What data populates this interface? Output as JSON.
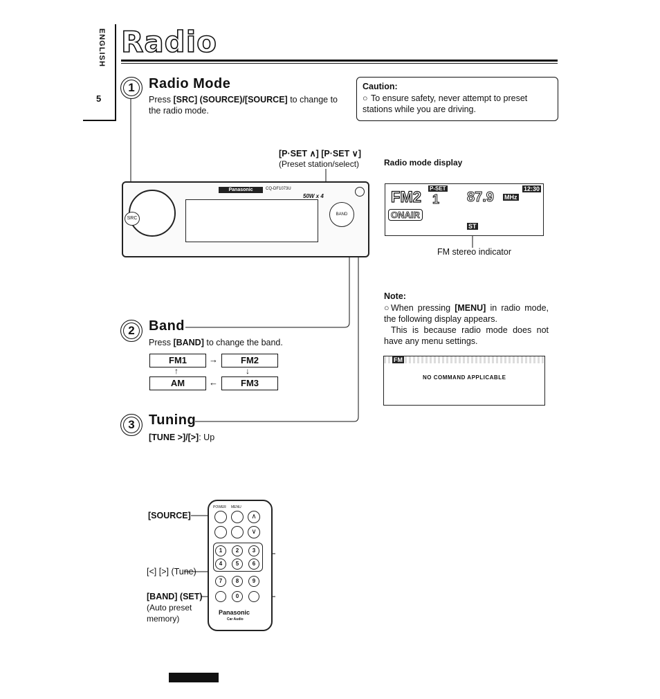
{
  "sidebar": {
    "language": "ENGLISH",
    "page_number": "5"
  },
  "page_title": "Radio",
  "step1": {
    "number": "1",
    "heading": "Radio Mode",
    "text_prefix": "Press ",
    "text_bold": "[SRC] (SOURCE)/[SOURCE]",
    "text_suffix": " to change to the radio mode."
  },
  "caution": {
    "heading": "Caution:",
    "text": "To ensure safety, never attempt to preset stations while you are driving."
  },
  "pset": {
    "label": "[P·SET ∧] [P·SET ∨]",
    "sublabel": "(Preset station/select)"
  },
  "display": {
    "label": "Radio mode display",
    "band": "FM2",
    "pset_tag": "P-SET",
    "preset": "1",
    "frequency": "87.9",
    "unit": "MHz",
    "clock": "12:30",
    "onair": "ONAIR",
    "st": "ST",
    "caption": "FM stereo indicator"
  },
  "device": {
    "brand": "Panasonic",
    "model": "CQ-DF1073U",
    "power": "50W x 4",
    "src_button": "SRC",
    "band_button": "BAND"
  },
  "step2": {
    "number": "2",
    "heading": "Band",
    "text_prefix": "Press ",
    "text_bold": "[BAND]",
    "text_suffix": " to change the band.",
    "bands": [
      "FM1",
      "FM2",
      "FM3",
      "AM"
    ]
  },
  "note": {
    "heading": "Note:",
    "text_prefix": "When pressing ",
    "text_bold": "[MENU]",
    "text_suffix": " in radio mode, the following display appears.",
    "text2": "This is because radio mode does not have any menu settings.",
    "lcd_band": "FM",
    "lcd_message": "NO COMMAND APPLICABLE"
  },
  "step3": {
    "number": "3",
    "heading": "Tuning",
    "text_bold": "[TUNE >]/[>]",
    "text_suffix": ": Up"
  },
  "remote": {
    "source_label": "[SOURCE]",
    "tune_label_bold": "[<] [>]",
    "tune_label_suffix": " (Tune)",
    "band_label": "[BAND] (SET)",
    "band_sub1": "(Auto preset",
    "band_sub2": "memory)",
    "brand": "Panasonic",
    "subbrand": "Car Audio",
    "keys": [
      "1",
      "2",
      "3",
      "4",
      "5",
      "6",
      "7",
      "8",
      "9",
      "0"
    ],
    "top_labels": [
      "POWER",
      "MENU"
    ]
  }
}
